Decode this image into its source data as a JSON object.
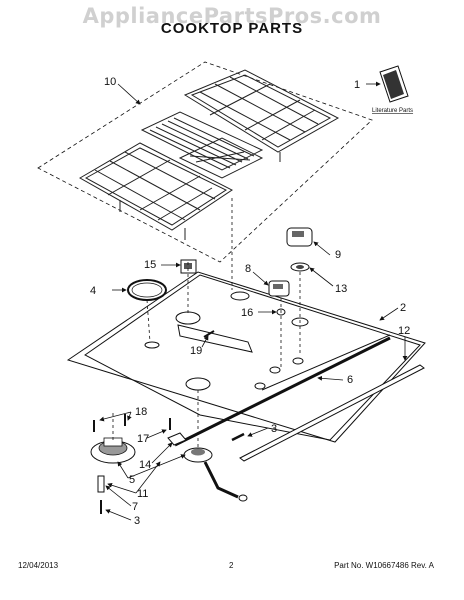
{
  "watermark": "AppliancePartsPros.com",
  "title": "COOKTOP PARTS",
  "literature_label": "Literature Parts",
  "callouts": {
    "c1": "1",
    "c2": "2",
    "c3a": "3",
    "c3b": "3",
    "c4": "4",
    "c5": "5",
    "c6": "6",
    "c7": "7",
    "c8": "8",
    "c9": "9",
    "c10": "10",
    "c11": "11",
    "c12": "12",
    "c13": "13",
    "c14": "14",
    "c15": "15",
    "c16": "16",
    "c17": "17",
    "c18": "18",
    "c19": "19"
  },
  "footer": {
    "date": "12/04/2013",
    "page": "2",
    "part_no": "Part No. W10667486  Rev. A"
  }
}
